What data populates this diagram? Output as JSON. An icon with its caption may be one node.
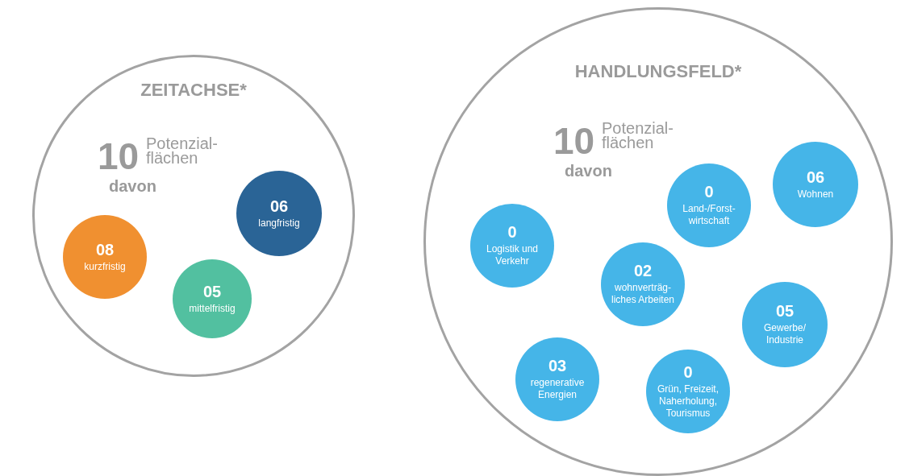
{
  "diagram": {
    "nodes": [
      {
        "text": [
          "ZEITACHSE*",
          "10",
          "Potenzial- flächen",
          "davon"
        ]
      },
      {
        "text": [
          "06",
          "langfristig"
        ],
        "in": 0
      },
      {
        "text": [
          "08",
          "kurzfristig"
        ],
        "in": 0
      },
      {
        "text": [
          "05",
          "mittelfristig"
        ],
        "in": 0
      },
      {
        "text": [
          "HANDLUNGSFELD*",
          "10",
          "Potenzial- flächen",
          "davon"
        ]
      },
      {
        "text": [
          "0",
          "Land-/Forst- wirtschaft"
        ],
        "in": 4
      },
      {
        "text": [
          "06",
          "Wohnen"
        ],
        "in": 4
      },
      {
        "text": [
          "0",
          "Logistik und Verkehr"
        ],
        "in": 4
      },
      {
        "text": [
          "02",
          "wohnverträg- liches Arbeiten"
        ],
        "in": 4
      },
      {
        "text": [
          "05",
          "Gewerbe/ Industrie"
        ],
        "in": 4
      },
      {
        "text": [
          "03",
          "regenerative Energien"
        ],
        "in": 4
      },
      {
        "text": [
          "0",
          "Grün, Freizeit, Naherholung, Tourismus"
        ],
        "in": 4
      }
    ]
  }
}
